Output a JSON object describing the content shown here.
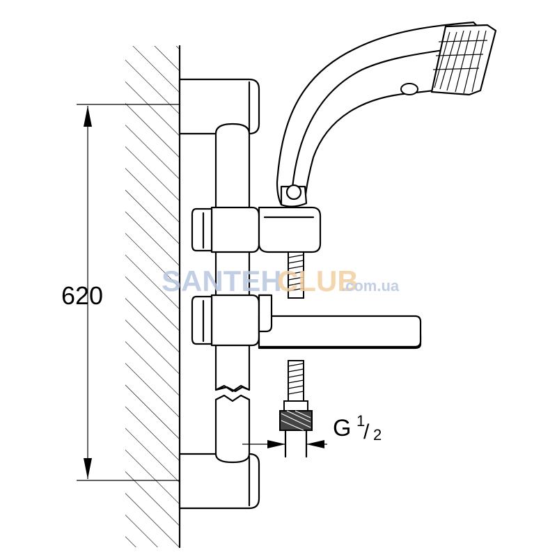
{
  "dimension_height": {
    "value": "620"
  },
  "thread_label": {
    "prefix": "G",
    "numerator": "1",
    "slash": "/",
    "denominator": "2"
  },
  "watermark": {
    "part1": "SANTEH",
    "part2": "CLUB",
    "part3": ".com.ua"
  },
  "colors": {
    "line": "#000000",
    "watermark_blue": "#b8c6e0",
    "watermark_orange": "#f2cfa0"
  }
}
